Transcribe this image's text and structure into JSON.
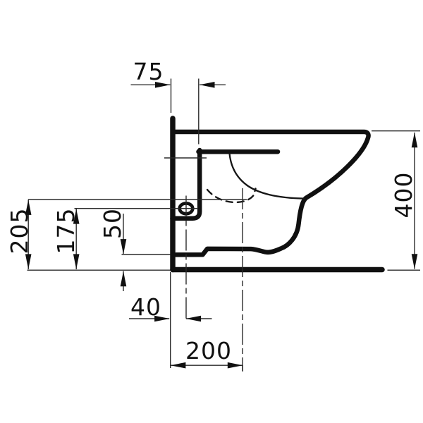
{
  "page": {
    "background": "#ffffff",
    "line_color": "#101010",
    "kind": "technical dimension drawing",
    "subject": "wall-hung toilet, side elevation"
  },
  "dimensions": {
    "d75": {
      "label": "75",
      "value": 75,
      "orientation": "horizontal"
    },
    "d400": {
      "label": "400",
      "value": 400,
      "orientation": "vertical"
    },
    "d205": {
      "label": "205",
      "value": 205,
      "orientation": "vertical"
    },
    "d175": {
      "label": "175",
      "value": 175,
      "orientation": "vertical"
    },
    "d50": {
      "label": "50",
      "value": 50,
      "orientation": "vertical"
    },
    "d40": {
      "label": "40",
      "value": 40,
      "orientation": "horizontal"
    },
    "d200": {
      "label": "200",
      "value": 200,
      "orientation": "horizontal"
    }
  }
}
